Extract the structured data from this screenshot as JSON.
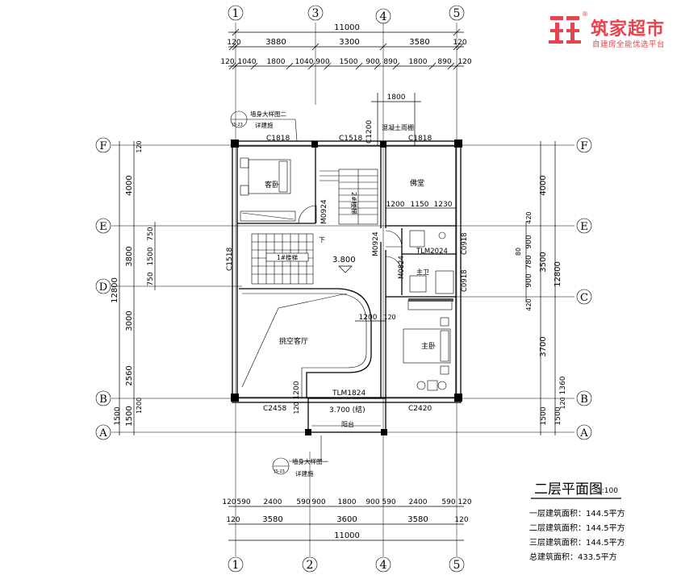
{
  "logo": {
    "name": "筑家超市",
    "slogan": "自建房全能优选平台",
    "reg": "®",
    "color": "#e6434e"
  },
  "title": {
    "text": "二层平面图",
    "scale": "1:100"
  },
  "areas": [
    "一层建筑面积：144.5平方",
    "二层建筑面积：144.5平方",
    "三层建筑面积：144.5平方",
    "总建筑面积：433.5平方"
  ],
  "axes": {
    "top": [
      "1",
      "3",
      "4",
      "5"
    ],
    "bottom": [
      "1",
      "2",
      "4",
      "5"
    ],
    "left": [
      "F",
      "E",
      "D",
      "B",
      "A"
    ],
    "right": [
      "F",
      "E",
      "C",
      "B",
      "A"
    ]
  },
  "dims": {
    "top_total": "11000",
    "top_mid": [
      "120",
      "3880",
      "3300",
      "3580",
      "120"
    ],
    "top_det": [
      "120",
      "1040",
      "1800",
      "1040",
      "900",
      "1500",
      "900",
      "890",
      "1800",
      "890",
      "120"
    ],
    "bot_det": [
      "120",
      "590",
      "2400",
      "590",
      "900",
      "1800",
      "900",
      "590",
      "2400",
      "590",
      "120"
    ],
    "bot_mid": [
      "120",
      "3580",
      "3600",
      "3580",
      "120"
    ],
    "bot_total": "11000",
    "left_total": "12800",
    "left_mid": [
      "4000",
      "3800",
      "3000",
      "2560",
      "1500"
    ],
    "left_det": [
      "750",
      "1500",
      "750",
      "120",
      "1200",
      "1500"
    ],
    "right_total": "12800",
    "right_mid": [
      "4000",
      "3500",
      "3700",
      "1500"
    ],
    "right_det": [
      "420",
      "900",
      "780",
      "80",
      "900",
      "420",
      "1360",
      "120",
      "1500"
    ],
    "awning": "1800",
    "inner": [
      "1200",
      "1150",
      "1230",
      "1200",
      "120",
      "1200",
      "120"
    ]
  },
  "labels": {
    "guest_room": "客卧",
    "buddha_room": "佛堂",
    "master_room": "主卧",
    "master_bath": "主卫",
    "void_living": "挑空客厅",
    "balcony": "阳台",
    "stair2": "2#楼梯",
    "stair1": "1#楼梯",
    "down": "下",
    "awning": "混凝土雨棚",
    "level_main": "3.800",
    "level_balcony": "3.700 (结)"
  },
  "openings": {
    "C1818_a": "C1818",
    "C1518_top": "C1518",
    "C1200": "C1200",
    "C1818_b": "C1818",
    "M0924_a": "M0924",
    "M0924_b": "M0924",
    "C1518_left": "C1518",
    "TLM2024": "TLM2024",
    "C0918_a": "C0918",
    "C0918_b": "C0918",
    "M0824": "M0824",
    "TLM1824": "TLM1824",
    "C2458": "C2458",
    "C2420": "C2420"
  },
  "callouts": [
    {
      "line1": "墙身大样图二",
      "line2": "详建施",
      "ref": "JS-23"
    },
    {
      "line1": "墙身大样图一",
      "line2": "详建施",
      "ref": "JS-23"
    }
  ]
}
